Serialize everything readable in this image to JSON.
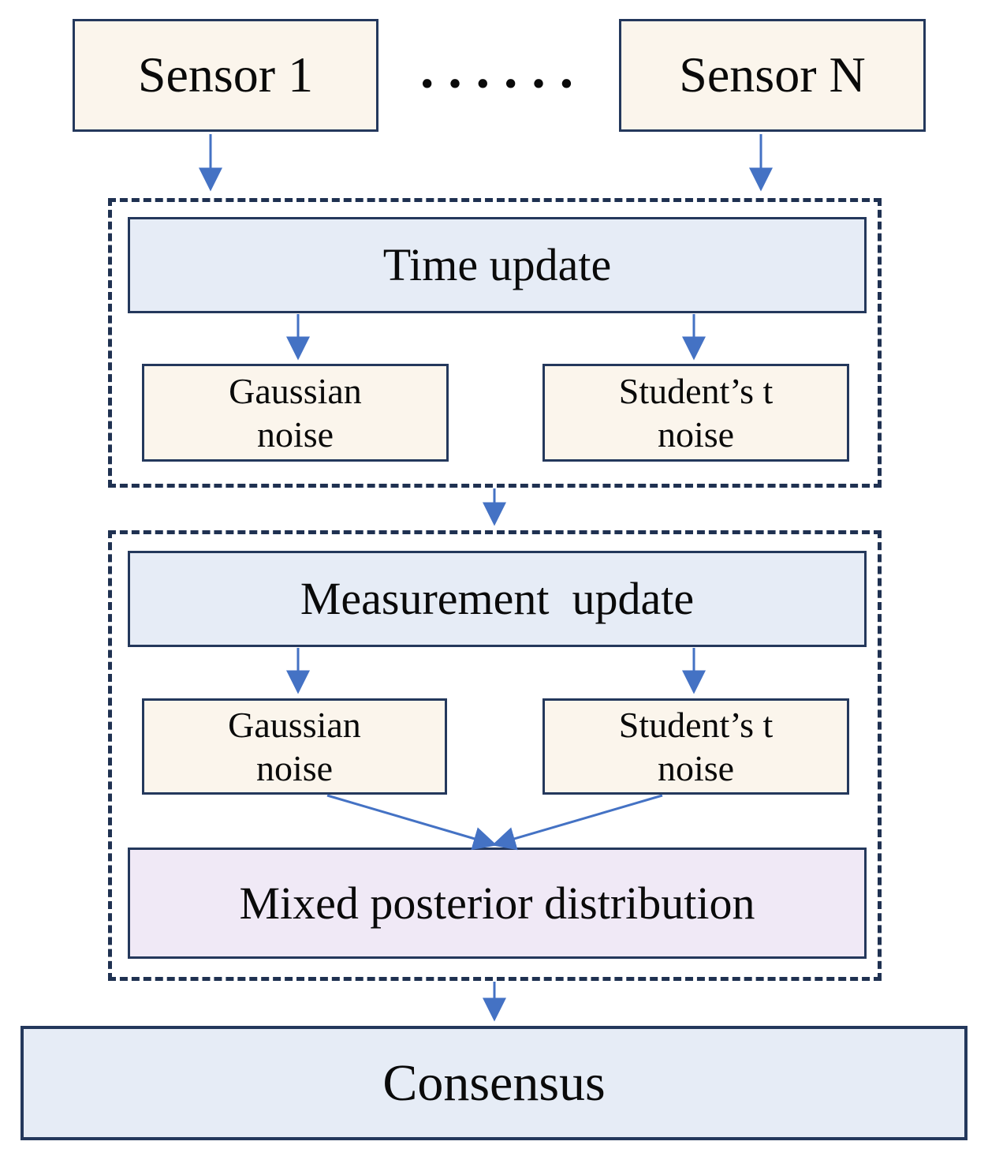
{
  "colors": {
    "cream_fill": "#FBF5EC",
    "blue_fill": "#E6ECF6",
    "lavender_fill": "#F0E9F6",
    "solid_border": "#24385C",
    "dashed_border": "#1F3151",
    "arrow": "#4472C4",
    "text": "#0A0A0A"
  },
  "nodes": {
    "sensor_1": {
      "label": "Sensor 1"
    },
    "sensor_dots": {
      "label": "······"
    },
    "sensor_n": {
      "label": "Sensor N"
    },
    "time_update": {
      "label": "Time update"
    },
    "time_gaussian": {
      "line1": "Gaussian",
      "line2": "noise"
    },
    "time_student": {
      "line1": "Student’s t",
      "line2": "noise"
    },
    "measurement_update": {
      "label": "Measurement  update"
    },
    "meas_gaussian": {
      "line1": "Gaussian",
      "line2": "noise"
    },
    "meas_student": {
      "line1": "Student’s t",
      "line2": "noise"
    },
    "mixed_posterior": {
      "label": "Mixed posterior distribution"
    },
    "consensus": {
      "label": "Consensus"
    }
  }
}
